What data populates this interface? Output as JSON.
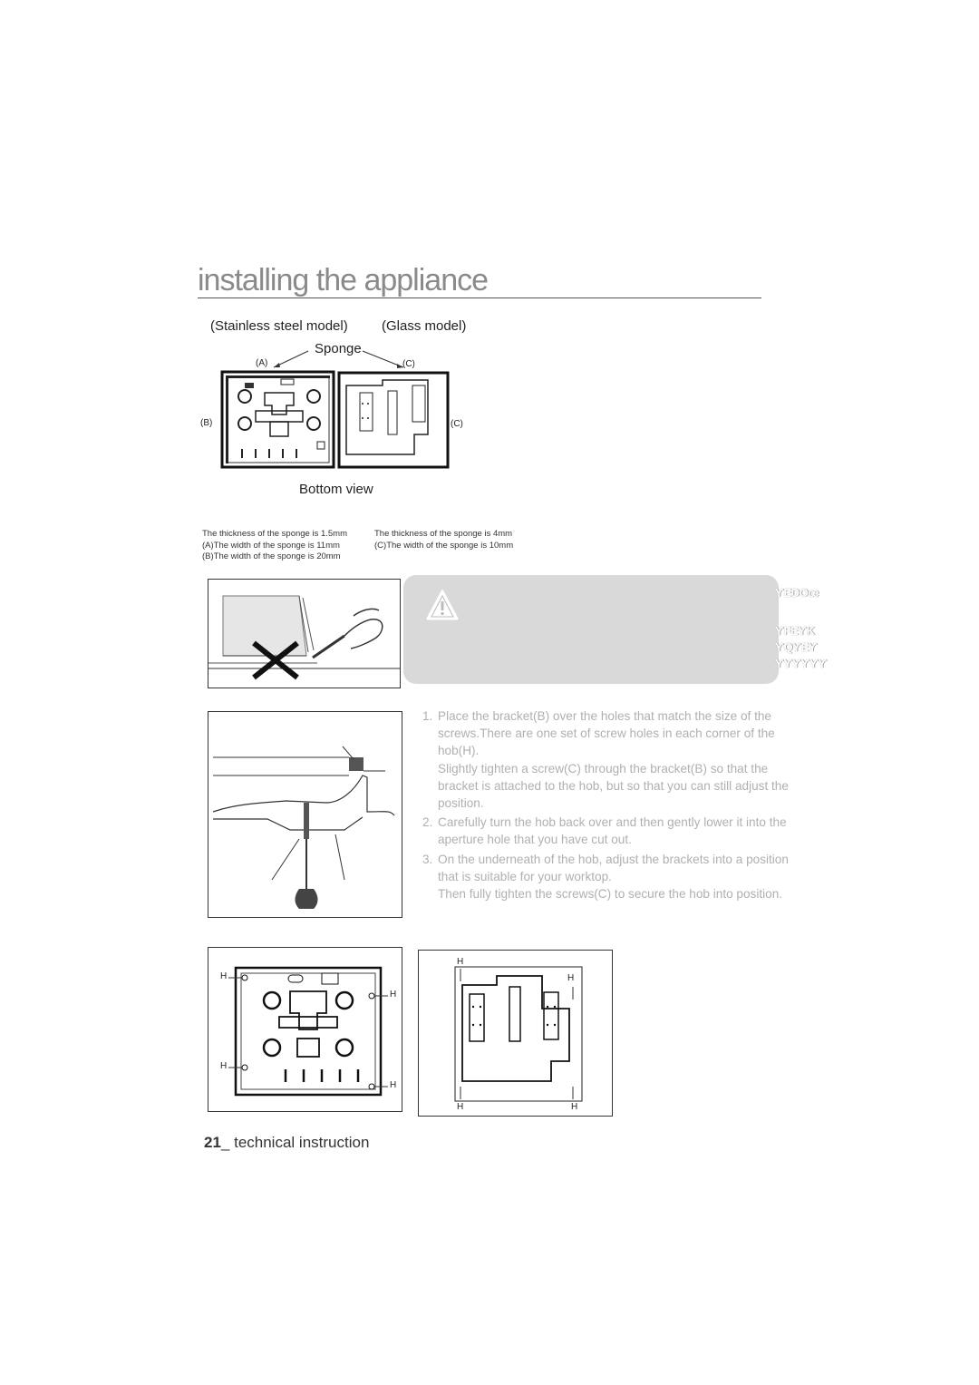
{
  "page": {
    "title": "installing the appliance",
    "footer_number": "21",
    "footer_text": "_ technical instruction"
  },
  "figure_top": {
    "label_stainless": "(Stainless steel model)",
    "label_glass": "(Glass model)",
    "label_sponge": "Sponge",
    "label_a": "(A)",
    "label_b": "(B)",
    "label_c_top": "(C)",
    "label_c_side": "(C)",
    "label_bottom_view": "Bottom view"
  },
  "notes": {
    "stainless_line1": "The thickness of the sponge  is 1.5mm",
    "stainless_line2": "(A)The width of the sponge is 11mm",
    "stainless_line3": "(B)The width of the sponge is 20mm",
    "glass_line1": "The thickness of the sponge is 4mm",
    "glass_line2": "(C)The width of the sponge is 10mm"
  },
  "warning": {
    "fragment1": "ƳEDOœ",
    "fragment2": "ƳFEƳK",
    "fragment3": "ƳQƳEƳ",
    "fragment4": "ƳƳƳƳƳƳ"
  },
  "steps": [
    {
      "num": "1.",
      "lines": [
        "Place the bracket(B) over the holes that match the size of the screws.There are one set of screw holes in each corner of the hob(H).",
        "Slightly tighten a screw(C) through the bracket(B) so that the bracket is attached to the hob, but so that you can still adjust the position."
      ]
    },
    {
      "num": "2.",
      "lines": [
        "Carefully turn the hob back over and then gently lower it into the aperture hole that you have cut out."
      ]
    },
    {
      "num": "3.",
      "lines": [
        "On the underneath of the hob, adjust the brackets into a position that is suitable for your worktop.",
        "Then fully tighten the screws(C) to secure the hob into position."
      ]
    }
  ],
  "hob_labels": {
    "h": "H"
  }
}
